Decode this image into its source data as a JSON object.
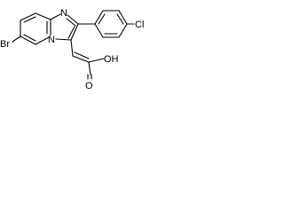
{
  "structure": {
    "atom_labels": {
      "bromine": "Br",
      "ring_nitrogen_top": "N",
      "ring_nitrogen_bridge": "N",
      "chlorine": "Cl",
      "hydroxyl": "OH",
      "carbonyl_oxygen": "O"
    }
  }
}
